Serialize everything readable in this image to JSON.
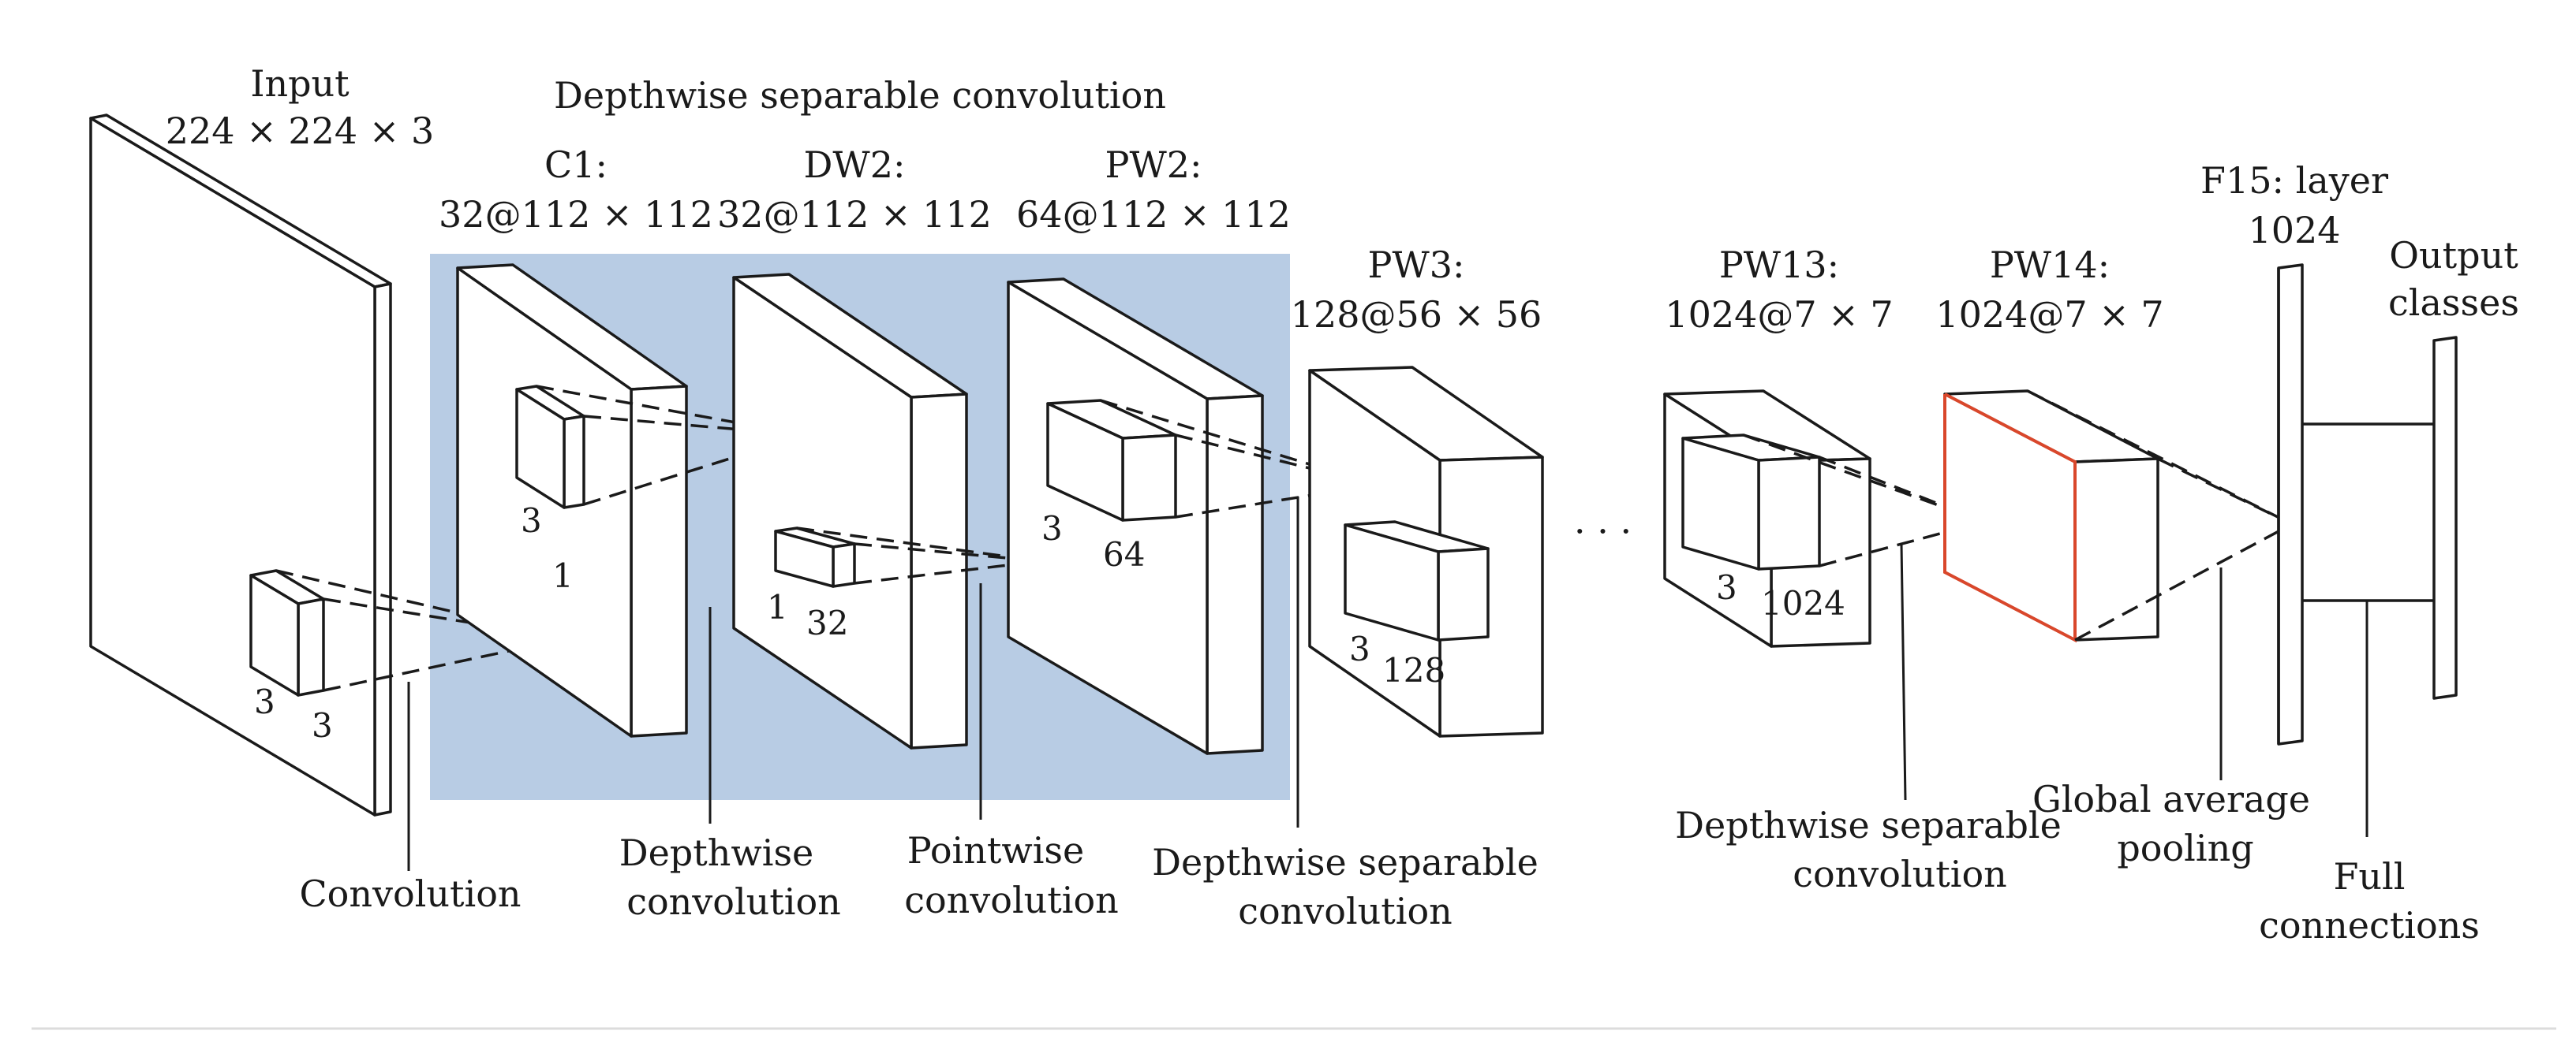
{
  "colors": {
    "group_fill": "#b8cce4",
    "stroke": "#1a1a1a",
    "highlight_edge": "#d9472b"
  },
  "layers": {
    "input": {
      "name": "Input",
      "shape": "224 × 224 × 3"
    },
    "group_title": "Depthwise separable convolution",
    "c1": {
      "name": "C1:",
      "shape": "32@112 × 112"
    },
    "dw2": {
      "name": "DW2:",
      "shape": "32@112 × 112"
    },
    "pw2": {
      "name": "PW2:",
      "shape": "64@112 × 112"
    },
    "pw3": {
      "name": "PW3:",
      "shape": "128@56 × 56"
    },
    "pw13": {
      "name": "PW13:",
      "shape": "1024@7 × 7"
    },
    "pw14": {
      "name": "PW14:",
      "shape": "1024@7 × 7"
    },
    "f15": {
      "name": "F15: layer",
      "size": "1024"
    },
    "output": {
      "line1": "Output",
      "line2": "classes"
    }
  },
  "kernels": {
    "input_k": [
      "3",
      "3"
    ],
    "c1_k": [
      "3",
      "1"
    ],
    "dw2_k": [
      "1",
      "32"
    ],
    "pw2_k": [
      "3",
      "64"
    ],
    "pw3_k": [
      "3",
      "128"
    ],
    "pw13_k": [
      "3",
      "1024"
    ]
  },
  "ellipsis": "· · ·",
  "operations": {
    "convolution": "Convolution",
    "depthwise": [
      "Depthwise",
      "convolution"
    ],
    "pointwise": [
      "Pointwise",
      "convolution"
    ],
    "dsc_1": [
      "Depthwise separable",
      "convolution"
    ],
    "dsc_2": [
      "Depthwise separable",
      "convolution"
    ],
    "gap": [
      "Global average",
      "pooling"
    ],
    "fc": [
      "Full",
      "connections"
    ]
  }
}
